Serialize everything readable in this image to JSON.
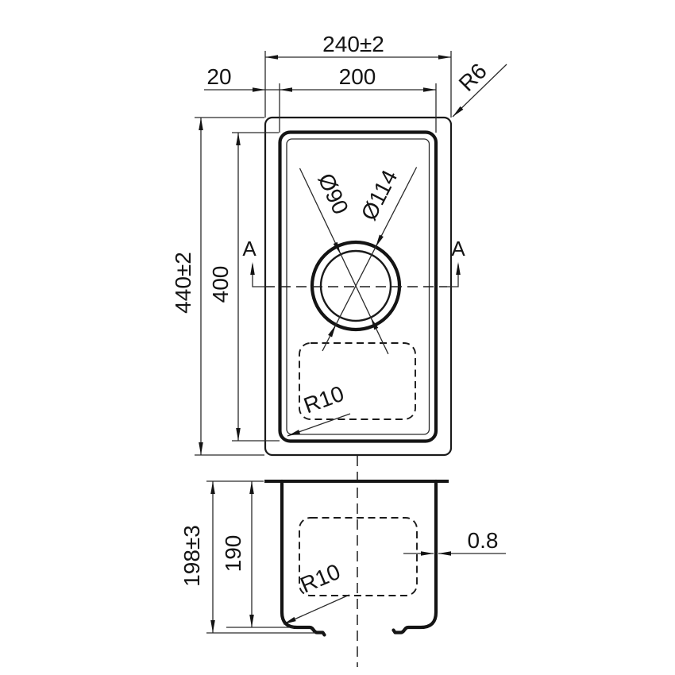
{
  "labels": {
    "overall_width": "240±2",
    "rim_offset": "20",
    "inner_width": "200",
    "flange_corner_radius": "R6",
    "overall_length": "440±2",
    "inner_length": "400",
    "drain_inner_dia": "Ø90",
    "drain_outer_dia": "Ø114",
    "bowl_corner_radius": "R10",
    "section_letter": "A",
    "overall_depth": "198±3",
    "inner_depth": "190",
    "section_corner_radius": "R10",
    "wall_thickness": "0.8"
  },
  "colors": {
    "line": "#141414",
    "background": "#ffffff"
  }
}
